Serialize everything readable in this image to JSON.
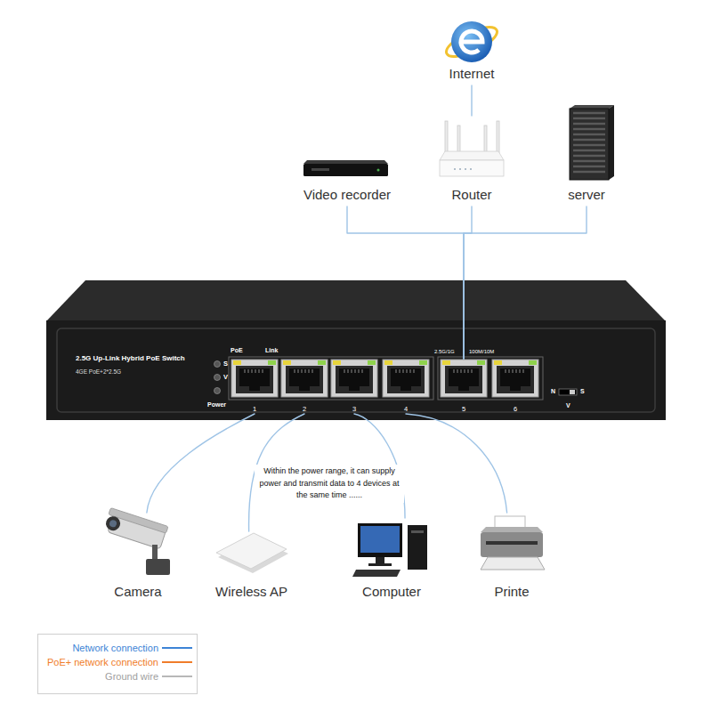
{
  "diagram": {
    "nodes": [
      {
        "text": [
          "Internet"
        ]
      },
      {
        "text": [
          "Video recorder"
        ]
      },
      {
        "text": [
          "Router"
        ]
      },
      {
        "text": [
          "server"
        ]
      },
      {
        "text": [
          "2.5G Up-Link Hybrid PoE Switch",
          "4GE PoE+2*2.5G"
        ]
      },
      {
        "text": [
          "1"
        ],
        "in": 4
      },
      {
        "text": [
          "2"
        ],
        "in": 4
      },
      {
        "text": [
          "3"
        ],
        "in": 4
      },
      {
        "text": [
          "4"
        ],
        "in": 4
      },
      {
        "text": [
          "5"
        ],
        "in": 4
      },
      {
        "text": [
          "6"
        ],
        "in": 4
      },
      {
        "text": [
          "Camera"
        ]
      },
      {
        "text": [
          "Wireless AP"
        ]
      },
      {
        "text": [
          "Computer"
        ]
      },
      {
        "text": [
          "Printe"
        ]
      }
    ],
    "edges": [
      {
        "from": 0,
        "to": 2,
        "arrow": "none"
      },
      {
        "from": 1,
        "to": 9,
        "arrow": "none"
      },
      {
        "from": 2,
        "to": 9,
        "arrow": "none"
      },
      {
        "from": 3,
        "to": 9,
        "arrow": "none"
      },
      {
        "from": 5,
        "to": 11,
        "arrow": "none"
      },
      {
        "from": 6,
        "to": 12,
        "arrow": "none"
      },
      {
        "from": 7,
        "to": 13,
        "arrow": "none"
      },
      {
        "from": 8,
        "to": 14,
        "arrow": "none"
      }
    ],
    "labels": [
      "PoE",
      "Link",
      "S",
      "V",
      "Power",
      "2.5G/1G",
      "100M/10M",
      "N",
      "S",
      "V",
      "Within the power range, it can supply power and transmit data to 4 devices at the same time ......"
    ],
    "legend": [
      {
        "text": "Network connection"
      },
      {
        "text": "PoE+ network connection"
      },
      {
        "text": "Ground wire"
      }
    ]
  }
}
